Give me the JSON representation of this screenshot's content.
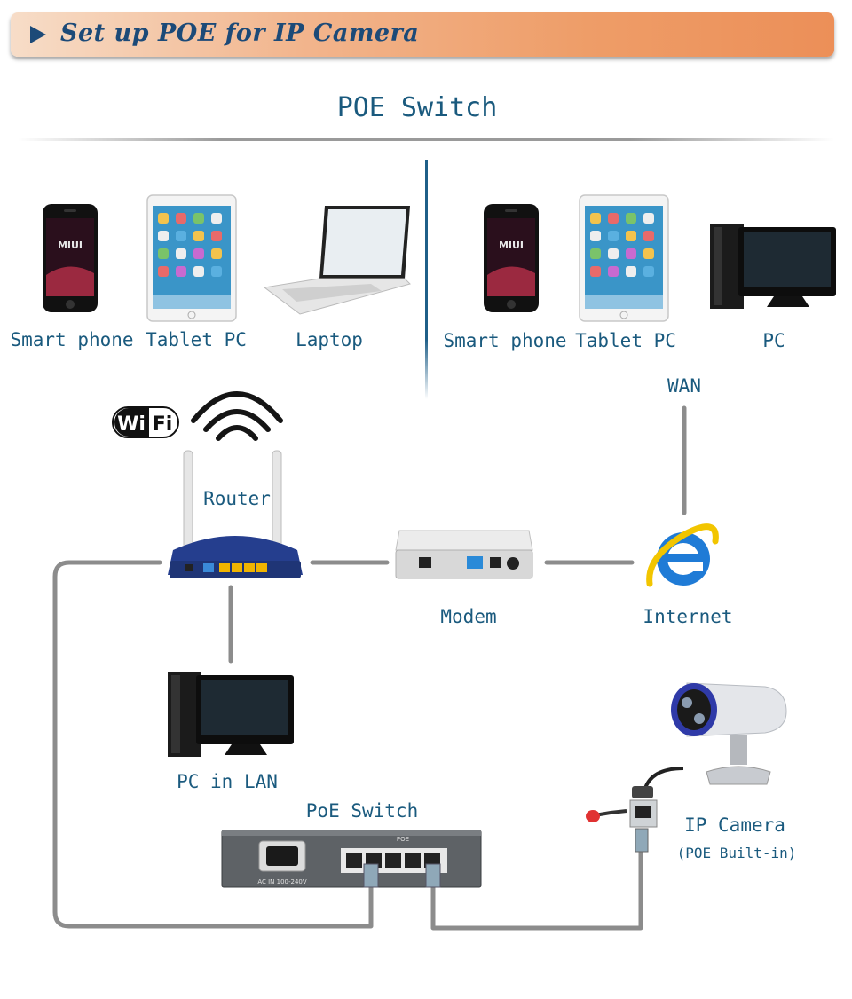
{
  "banner": {
    "title": "Set up POE for IP Camera"
  },
  "diagram": {
    "title": "POE Switch",
    "wifi_left": "Wi",
    "wifi_right": "Fi",
    "labels": {
      "smart_phone_left": "Smart phone",
      "tablet_left": "Tablet PC",
      "laptop": "Laptop",
      "smart_phone_right": "Smart phone",
      "tablet_right": "Tablet PC",
      "pc": "PC",
      "wan": "WAN",
      "router": "Router",
      "modem": "Modem",
      "internet": "Internet",
      "pc_lan": "PC in LAN",
      "poe_switch": "PoE Switch",
      "ip_camera": "IP Camera",
      "poe_builtin": "(POE Built-in)"
    },
    "phone_brand": "MIUI",
    "switch_panel_text": "AC IN 100-240V",
    "switch_port_label": "POE",
    "colors": {
      "accent": "#1a5a7e",
      "banner_orange": "#ec8f58",
      "cable": "#8a8a8a",
      "router_blue": "#1e3a8a",
      "port_yellow": "#f0b400"
    }
  }
}
